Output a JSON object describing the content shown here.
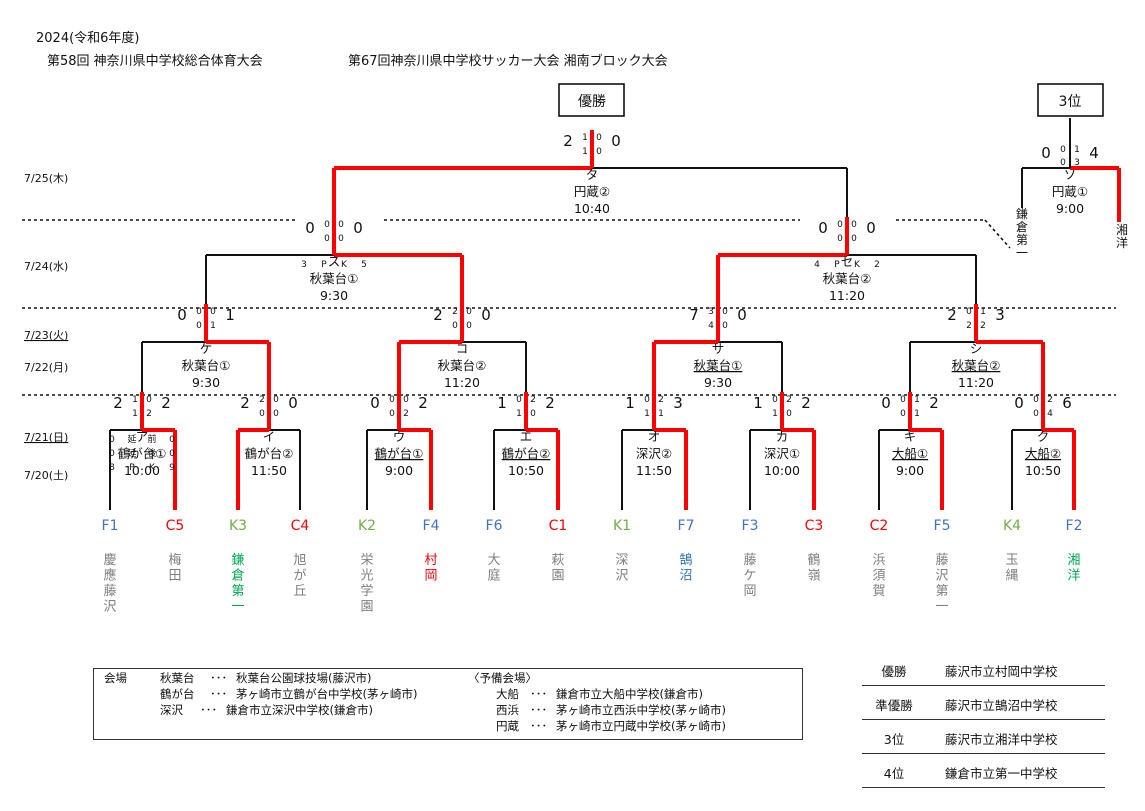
{
  "header": {
    "year": "2024(令和6年度)",
    "title1": "第58回 神奈川県中学校総合体育大会",
    "title2": "第67回神奈川県中学校サッカー大会 湘南ブロック大会"
  },
  "final_box": "優勝",
  "third_box": "3位",
  "dates": [
    {
      "text": "7/25(木)",
      "underline": false
    },
    {
      "text": "7/24(水)",
      "underline": false
    },
    {
      "text": "7/23(火)",
      "underline": true
    },
    {
      "text": "7/22(月)",
      "underline": false
    },
    {
      "text": "7/21(日)",
      "underline": true
    },
    {
      "text": "7/20(土)",
      "underline": false
    }
  ],
  "teams": [
    {
      "seed": "F1",
      "seed_color": "#4472c4",
      "name": "慶應藤沢",
      "name_color": "#7f7f7f"
    },
    {
      "seed": "C5",
      "seed_color": "#ff0000",
      "name": "梅田",
      "name_color": "#7f7f7f"
    },
    {
      "seed": "K3",
      "seed_color": "#70ad47",
      "name": "鎌倉第一",
      "name_color": "#00a84f"
    },
    {
      "seed": "C4",
      "seed_color": "#ff0000",
      "name": "旭が丘",
      "name_color": "#7f7f7f"
    },
    {
      "seed": "K2",
      "seed_color": "#70ad47",
      "name": "栄光学園",
      "name_color": "#7f7f7f"
    },
    {
      "seed": "F4",
      "seed_color": "#4472c4",
      "name": "村岡",
      "name_color": "#ff0000"
    },
    {
      "seed": "F6",
      "seed_color": "#4472c4",
      "name": "大庭",
      "name_color": "#7f7f7f"
    },
    {
      "seed": "C1",
      "seed_color": "#ff0000",
      "name": "萩園",
      "name_color": "#7f7f7f"
    },
    {
      "seed": "K1",
      "seed_color": "#70ad47",
      "name": "深沢",
      "name_color": "#7f7f7f"
    },
    {
      "seed": "F7",
      "seed_color": "#4472c4",
      "name": "鵠沼",
      "name_color": "#2e75b6"
    },
    {
      "seed": "F3",
      "seed_color": "#4472c4",
      "name": "藤ケ岡",
      "name_color": "#7f7f7f"
    },
    {
      "seed": "C3",
      "seed_color": "#ff0000",
      "name": "鶴嶺",
      "name_color": "#7f7f7f"
    },
    {
      "seed": "C2",
      "seed_color": "#ff0000",
      "name": "浜須賀",
      "name_color": "#7f7f7f"
    },
    {
      "seed": "F5",
      "seed_color": "#4472c4",
      "name": "藤沢第一",
      "name_color": "#7f7f7f"
    },
    {
      "seed": "K4",
      "seed_color": "#70ad47",
      "name": "玉縄",
      "name_color": "#7f7f7f"
    },
    {
      "seed": "F2",
      "seed_color": "#4472c4",
      "name": "湘洋",
      "name_color": "#00a84f"
    }
  ],
  "r1": [
    {
      "letter": "ア",
      "venue": "鶴が台①",
      "time": "10:00",
      "venue_underline": false,
      "winner": 1,
      "sl": "2",
      "sr": "2",
      "h1": "1",
      "h2": "1",
      "v1": "0",
      "v2": "2",
      "extra": [
        [
          "0",
          "延",
          "前",
          "0"
        ],
        [
          "0",
          "延",
          "後",
          "0"
        ],
        [
          "8",
          "P",
          "K",
          "9"
        ]
      ]
    },
    {
      "letter": "イ",
      "venue": "鶴が台②",
      "time": "11:50",
      "venue_underline": false,
      "winner": 0,
      "sl": "2",
      "sr": "0",
      "h1": "2",
      "h2": "0",
      "v1": "0",
      "v2": "0",
      "extra": []
    },
    {
      "letter": "ウ",
      "venue": "鶴が台①",
      "time": "9:00",
      "venue_underline": true,
      "winner": 1,
      "sl": "0",
      "sr": "2",
      "h1": "0",
      "h2": "0",
      "v1": "0",
      "v2": "2",
      "extra": []
    },
    {
      "letter": "エ",
      "venue": "鶴が台②",
      "time": "10:50",
      "venue_underline": true,
      "winner": 1,
      "sl": "1",
      "sr": "2",
      "h1": "0",
      "h2": "1",
      "v1": "2",
      "v2": "0",
      "extra": []
    },
    {
      "letter": "オ",
      "venue": "深沢②",
      "time": "11:50",
      "venue_underline": false,
      "winner": 1,
      "sl": "1",
      "sr": "3",
      "h1": "0",
      "h2": "1",
      "v1": "2",
      "v2": "1",
      "extra": []
    },
    {
      "letter": "カ",
      "venue": "深沢①",
      "time": "10:00",
      "venue_underline": false,
      "winner": 1,
      "sl": "1",
      "sr": "2",
      "h1": "0",
      "h2": "1",
      "v1": "2",
      "v2": "0",
      "extra": []
    },
    {
      "letter": "キ",
      "venue": "大船①",
      "time": "9:00",
      "venue_underline": true,
      "winner": 1,
      "sl": "0",
      "sr": "2",
      "h1": "0",
      "h2": "0",
      "v1": "1",
      "v2": "1",
      "extra": []
    },
    {
      "letter": "ク",
      "venue": "大船②",
      "time": "10:50",
      "venue_underline": true,
      "winner": 1,
      "sl": "0",
      "sr": "6",
      "h1": "0",
      "h2": "0",
      "v1": "2",
      "v2": "4",
      "extra": []
    }
  ],
  "qf": [
    {
      "letter": "ケ",
      "venue": "秋葉台①",
      "time": "9:30",
      "venue_underline": false,
      "winner": 1,
      "sl": "0",
      "sr": "1",
      "h1": "0",
      "h2": "0",
      "v1": "0",
      "v2": "1",
      "extra": []
    },
    {
      "letter": "コ",
      "venue": "秋葉台②",
      "time": "11:20",
      "venue_underline": false,
      "winner": 0,
      "sl": "2",
      "sr": "0",
      "h1": "2",
      "h2": "0",
      "v1": "0",
      "v2": "0",
      "extra": []
    },
    {
      "letter": "サ",
      "venue": "秋葉台①",
      "time": "9:30",
      "venue_underline": true,
      "winner": 0,
      "sl": "7",
      "sr": "0",
      "h1": "3",
      "h2": "4",
      "v1": "0",
      "v2": "0",
      "extra": []
    },
    {
      "letter": "シ",
      "venue": "秋葉台②",
      "time": "11:20",
      "venue_underline": true,
      "winner": 1,
      "sl": "2",
      "sr": "3",
      "h1": "0",
      "h2": "2",
      "v1": "1",
      "v2": "2",
      "extra": []
    }
  ],
  "sf": [
    {
      "letter": "ス",
      "venue": "秋葉台①",
      "time": "9:30",
      "venue_underline": false,
      "winner": 1,
      "sl": "0",
      "sr": "0",
      "h1": "0",
      "h2": "0",
      "v1": "0",
      "v2": "0",
      "extra": [
        [
          "3",
          "P",
          "K",
          "5"
        ]
      ]
    },
    {
      "letter": "セ",
      "venue": "秋葉台②",
      "time": "11:20",
      "venue_underline": false,
      "winner": 0,
      "sl": "0",
      "sr": "0",
      "h1": "0",
      "h2": "0",
      "v1": "0",
      "v2": "0",
      "extra": [
        [
          "4",
          "P",
          "K",
          "2"
        ]
      ]
    }
  ],
  "final": {
    "letter": "タ",
    "venue": "円蔵②",
    "time": "10:40",
    "venue_underline": false,
    "winner": 0,
    "sl": "2",
    "sr": "0",
    "h1": "1",
    "h2": "1",
    "v1": "0",
    "v2": "0",
    "extra": []
  },
  "third": {
    "letter": "ソ",
    "venue": "円蔵①",
    "time": "9:00",
    "venue_underline": false,
    "winner": 1,
    "sl": "0",
    "sr": "4",
    "h1": "0",
    "h2": "0",
    "v1": "1",
    "v2": "3",
    "extra": []
  },
  "third_teams": [
    {
      "name": "鎌倉第一",
      "color": "#111111"
    },
    {
      "name": "湘洋",
      "color": "#111111"
    }
  ],
  "legend": {
    "label": "会場",
    "left": [
      {
        "venue": "秋葉台",
        "dots": "･･･",
        "desc": "秋葉台公園球技場(藤沢市)"
      },
      {
        "venue": "鶴が台",
        "dots": "･･･",
        "desc": "茅ヶ崎市立鶴が台中学校(茅ヶ崎市)"
      },
      {
        "venue": "深沢",
        "dots": "･･･",
        "desc": "鎌倉市立深沢中学校(鎌倉市)"
      }
    ],
    "right_title": "〈予備会場〉",
    "right": [
      {
        "venue": "大船",
        "dots": "･･･",
        "desc": "鎌倉市立大船中学校(鎌倉市)"
      },
      {
        "venue": "西浜",
        "dots": "･･･",
        "desc": "茅ヶ崎市立西浜中学校(茅ヶ崎市)"
      },
      {
        "venue": "円蔵",
        "dots": "･･･",
        "desc": "茅ヶ崎市立円蔵中学校(茅ヶ崎市)"
      }
    ]
  },
  "results": [
    {
      "rank": "優勝",
      "school": "藤沢市立村岡中学校"
    },
    {
      "rank": "準優勝",
      "school": "藤沢市立鵠沼中学校"
    },
    {
      "rank": "3位",
      "school": "藤沢市立湘洋中学校"
    },
    {
      "rank": "4位",
      "school": "鎌倉市立第一中学校"
    }
  ],
  "colors": {
    "win": "#ff0000",
    "line": "#111111"
  }
}
